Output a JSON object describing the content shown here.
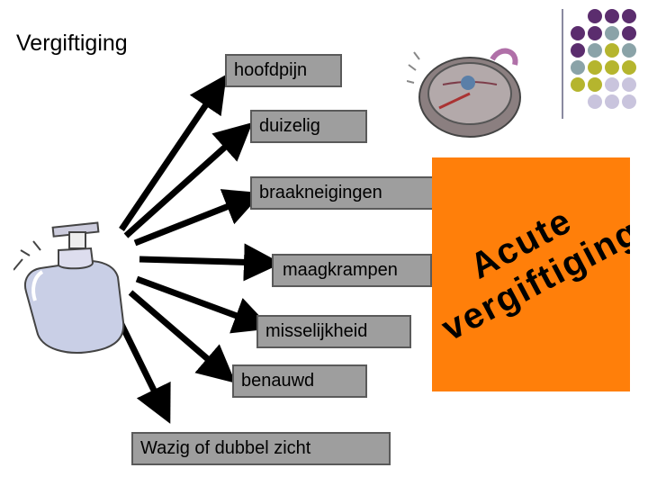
{
  "title": "Vergiftiging",
  "symptoms": {
    "hoofdpijn": "hoofdpijn",
    "duizelig": "duizelig",
    "braakneigingen": "braakneigingen",
    "maagkrampen": "maagkrampen",
    "misselijkheid": "misselijkheid",
    "benauwd": "benauwd",
    "wazig": "Wazig of dubbel zicht"
  },
  "banner": {
    "line1": "Acute",
    "line2": "vergiftiging"
  },
  "colors": {
    "box": "#9e9e9e",
    "banner": "#ff7f0a",
    "dot_purple": "#5b2d6e",
    "dot_teal": "#8aa3a8",
    "dot_olive": "#b5b52e",
    "dot_lavender": "#c9c4dd"
  },
  "icons": [
    "poison-bottle-icon",
    "stopwatch-icon"
  ]
}
